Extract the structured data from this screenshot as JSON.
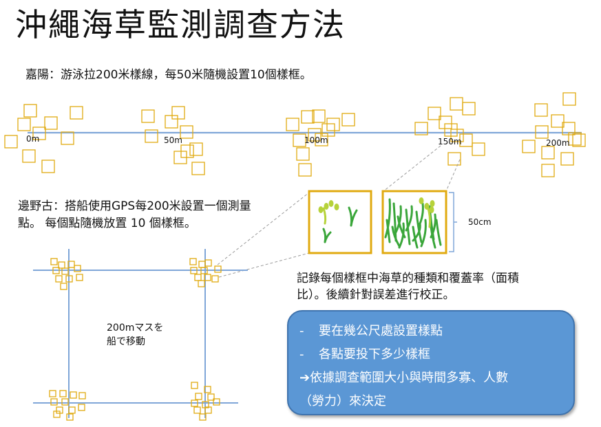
{
  "title": "沖繩海草監測調查方法",
  "kayo": {
    "desc": "嘉陽：游泳拉200米樣線，每50米隨機設置10個樣框。",
    "markers": [
      "0m",
      "50m",
      "100m",
      "150m",
      "200m"
    ]
  },
  "henoko": {
    "desc_line1": "邊野古：搭船使用GPS每200米設置一個測量",
    "desc_line2": "點。 每個點隨機放置 10 個樣框。",
    "grid_label_line1": "200mマスを",
    "grid_label_line2": "船で移動"
  },
  "quadrat": {
    "size_label": "50cm",
    "note_line1": "記錄每個樣框中海草的種類和覆蓋率（面積",
    "note_line2": "比）。後續針對誤差進行校正。"
  },
  "callout": {
    "item1": "要在幾公尺處設置樣點",
    "item2": "各點要投下多少樣框",
    "item3": "➔依據調查範圍大小與時間多寡、人數",
    "item4": "（勞力）來決定",
    "dash": "-"
  },
  "colors": {
    "transect": "#7fa6d8",
    "quadrat": "#e0aa10",
    "callout_bg": "#5b97d5",
    "seagrass": "#3aa63a",
    "seagrass_flower": "#b6d23a"
  }
}
